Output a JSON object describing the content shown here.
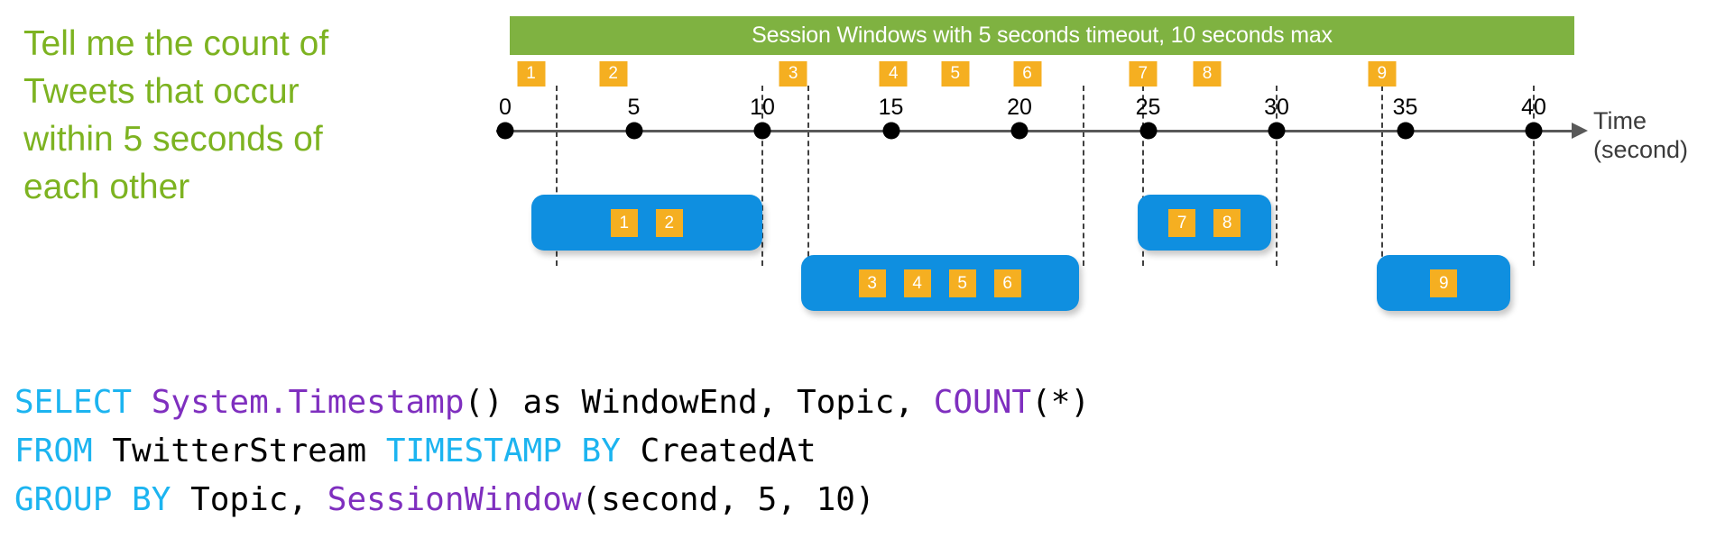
{
  "prompt": {
    "text": "Tell me the count of Tweets that occur within 5 seconds of each other",
    "color": "#7DB321"
  },
  "diagram": {
    "title": "Session Windows with 5 seconds timeout, 10 seconds max",
    "title_bar_color": "#7FB241",
    "axis": {
      "label": "Time",
      "unit_label": "(second)",
      "ticks": [
        "0",
        "5",
        "10",
        "15",
        "20",
        "25",
        "30",
        "35",
        "40"
      ],
      "tick_values": [
        0,
        5,
        10,
        15,
        20,
        25,
        30,
        35,
        40
      ],
      "range": [
        0,
        40
      ]
    },
    "events": [
      {
        "id": "1",
        "label": "1",
        "time": 1.0
      },
      {
        "id": "2",
        "label": "2",
        "time": 4.2
      },
      {
        "id": "3",
        "label": "3",
        "time": 11.2
      },
      {
        "id": "4",
        "label": "4",
        "time": 15.1
      },
      {
        "id": "5",
        "label": "5",
        "time": 17.5
      },
      {
        "id": "6",
        "label": "6",
        "time": 20.3
      },
      {
        "id": "7",
        "label": "7",
        "time": 24.8
      },
      {
        "id": "8",
        "label": "8",
        "time": 27.3
      },
      {
        "id": "9",
        "label": "9",
        "time": 34.1
      }
    ],
    "dashed_lines": [
      2.0,
      10.0,
      11.8,
      22.5,
      24.8,
      30.0,
      34.1,
      40.0
    ],
    "session_windows": [
      {
        "id": "window-1",
        "events": [
          "1",
          "2"
        ],
        "start": 1.0,
        "end": 10.0,
        "row": 1
      },
      {
        "id": "window-2",
        "events": [
          "3",
          "4",
          "5",
          "6"
        ],
        "start": 11.5,
        "end": 22.3,
        "row": 2
      },
      {
        "id": "window-3",
        "events": [
          "7",
          "8"
        ],
        "start": 24.6,
        "end": 29.8,
        "row": 1
      },
      {
        "id": "window-4",
        "events": [
          "9"
        ],
        "start": 33.9,
        "end": 39.1,
        "row": 2
      }
    ],
    "marker_color": "#F5AF21",
    "window_color": "#0F8FE0"
  },
  "query": {
    "language": "stream-analytics-sql",
    "lines": [
      [
        {
          "t": "SELECT",
          "c": "kw"
        },
        {
          "t": " ",
          "c": "plain"
        },
        {
          "t": "System.Timestamp",
          "c": "fn"
        },
        {
          "t": "() as WindowEnd, Topic, ",
          "c": "plain"
        },
        {
          "t": "COUNT",
          "c": "fn"
        },
        {
          "t": "(*)",
          "c": "plain"
        }
      ],
      [
        {
          "t": "FROM",
          "c": "kw"
        },
        {
          "t": " TwitterStream ",
          "c": "plain"
        },
        {
          "t": "TIMESTAMP BY",
          "c": "kw"
        },
        {
          "t": " CreatedAt",
          "c": "plain"
        }
      ],
      [
        {
          "t": "GROUP BY",
          "c": "kw"
        },
        {
          "t": " Topic, ",
          "c": "plain"
        },
        {
          "t": "SessionWindow",
          "c": "fn"
        },
        {
          "t": "(second, 5, 10)",
          "c": "plain"
        }
      ]
    ],
    "colors": {
      "keyword": "#1CB4F0",
      "function": "#7F2FBF",
      "plain": "#000000"
    }
  }
}
